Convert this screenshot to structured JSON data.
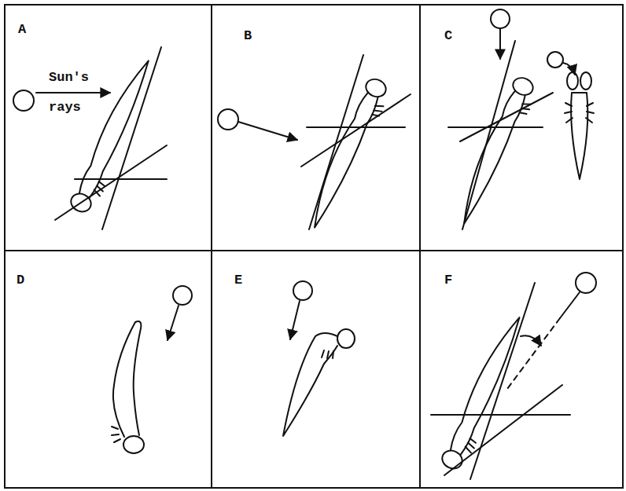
{
  "diagram": {
    "nodes": [
      {
        "text": [
          "A"
        ]
      },
      {
        "text": [
          "B"
        ]
      },
      {
        "text": [
          "C"
        ]
      },
      {
        "text": [
          "D"
        ]
      },
      {
        "text": [
          "E"
        ]
      },
      {
        "text": [
          "F"
        ]
      }
    ],
    "labels": [
      "Sun's rays"
    ]
  }
}
